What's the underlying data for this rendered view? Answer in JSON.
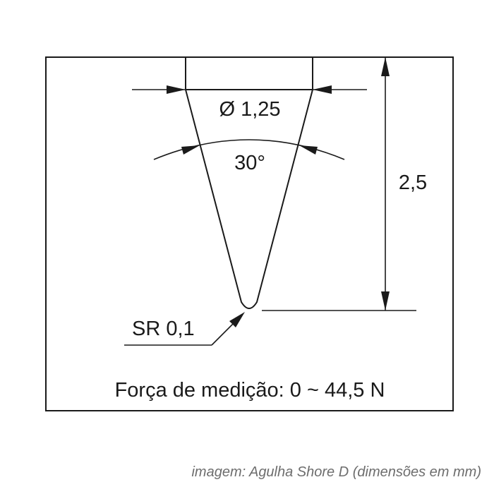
{
  "diameter_label": "Ø 1,25",
  "angle_label": "30°",
  "height_label": "2,5",
  "radius_label": "SR 0,1",
  "force_label": "Força de medição: 0 ~ 44,5 N",
  "caption": "imagem: Agulha Shore D (dimensões em mm)"
}
